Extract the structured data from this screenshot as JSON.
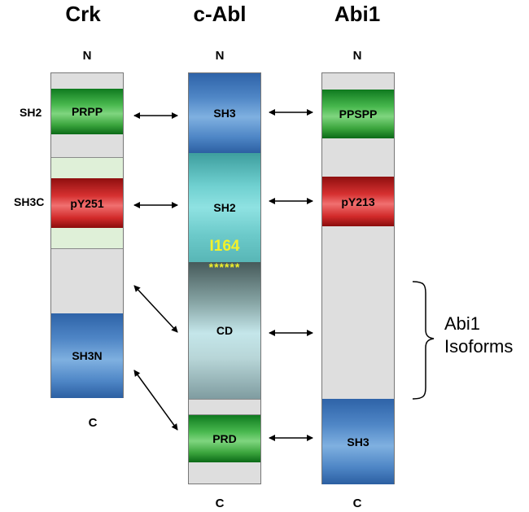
{
  "columns": {
    "crk": {
      "title": "Crk",
      "n": "N",
      "c": "C",
      "segments": {
        "prpp": "PRPP",
        "py251": "pY251",
        "sh3n": "SH3N"
      },
      "side_labels": {
        "sh2": "SH2",
        "sh3c": "SH3C"
      }
    },
    "cabl": {
      "title": "c-Abl",
      "n": "N",
      "c": "C",
      "segments": {
        "sh3": "SH3",
        "sh2": "SH2",
        "cd": "CD",
        "prd": "PRD"
      },
      "mutation": "I164",
      "mutation_marks": "******"
    },
    "abi1": {
      "title": "Abi1",
      "n": "N",
      "c": "C",
      "segments": {
        "ppspp": "PPSPP",
        "py213": "pY213",
        "sh3": "SH3"
      }
    }
  },
  "isoforms_label_line1": "Abi1",
  "isoforms_label_line2": "Isoforms",
  "colors": {
    "green": "#2f9a35",
    "red": "#d12b2b",
    "blue": "#4b82c3",
    "teal": "#6fcfcf",
    "gray": "#dedede",
    "yellow_text": "#f2f22a"
  }
}
